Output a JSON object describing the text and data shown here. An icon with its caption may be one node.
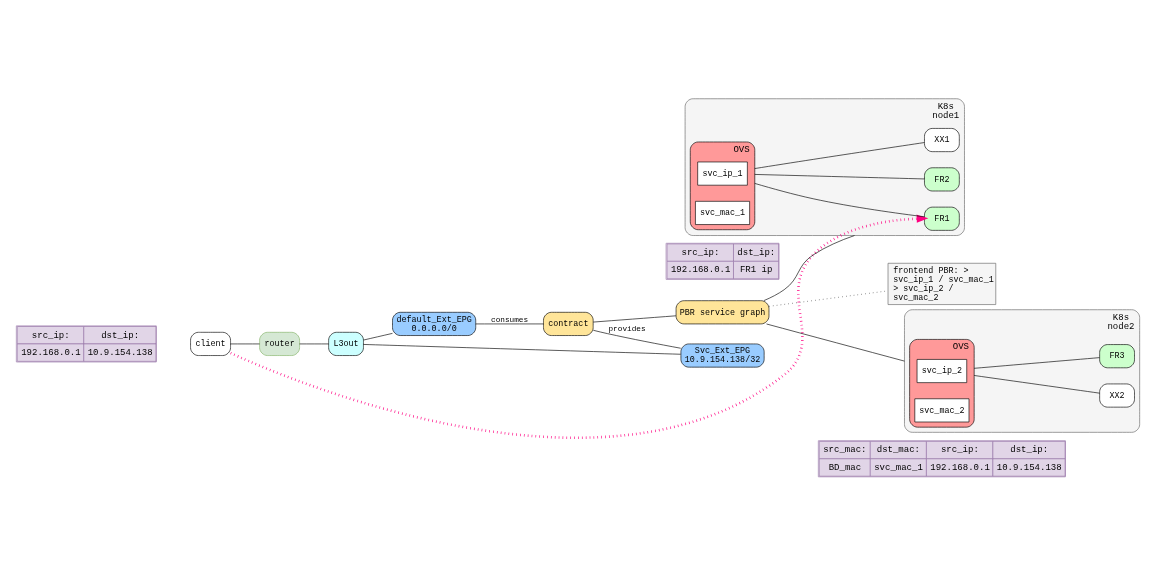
{
  "diagram": {
    "nodes": [
      {
        "text": [
          "client"
        ]
      },
      {
        "text": [
          "router"
        ]
      },
      {
        "text": [
          "L3out"
        ]
      },
      {
        "text": [
          "default_Ext_EPG 0.0.0.0/0"
        ]
      },
      {
        "text": [
          "contract"
        ]
      },
      {
        "text": [
          "Svc_Ext_EPG 10.9.154.138/32"
        ]
      },
      {
        "text": [
          "PBR service graph"
        ]
      },
      {
        "text": [
          "frontend PBR: > svc_ip_1 / svc_mac_1 > svc_ip_2 / svc_mac_2"
        ]
      },
      {
        "text": [
          "K8s node1"
        ]
      },
      {
        "text": [
          "FR1"
        ],
        "in": 8
      },
      {
        "text": [
          "FR2"
        ],
        "in": 8
      },
      {
        "text": [
          "XX1"
        ],
        "in": 8
      },
      {
        "text": [
          "OVS"
        ],
        "in": 8
      },
      {
        "text": [
          "svc_ip_1"
        ],
        "in": 12
      },
      {
        "text": [
          "svc_mac_1"
        ],
        "in": 12
      },
      {
        "text": [
          "K8s node2"
        ]
      },
      {
        "text": [
          "OVS"
        ],
        "in": 15
      },
      {
        "text": [
          "svc_ip_2"
        ],
        "in": 16
      },
      {
        "text": [
          "svc_mac_2"
        ],
        "in": 16
      },
      {
        "text": [
          "XX2"
        ],
        "in": 15
      },
      {
        "text": [
          "FR3"
        ],
        "in": 15
      }
    ],
    "edges": [
      {
        "from": 0,
        "to": 1,
        "arrow": "none"
      },
      {
        "from": 1,
        "to": 2,
        "arrow": "none"
      },
      {
        "from": 2,
        "to": 3,
        "arrow": "none"
      },
      {
        "from": 2,
        "to": 5,
        "arrow": "none"
      },
      {
        "from": 3,
        "to": 4,
        "arrow": "none",
        "label": "consumes"
      },
      {
        "from": 4,
        "to": 5,
        "arrow": "none",
        "label": "provides"
      },
      {
        "from": 4,
        "to": 6,
        "arrow": "none"
      },
      {
        "from": 6,
        "to": 8,
        "arrow": "none"
      },
      {
        "from": 6,
        "to": 15,
        "arrow": "none"
      },
      {
        "from": 6,
        "to": 7,
        "arrow": "none",
        "style": "dashed"
      },
      {
        "from": 12,
        "to": 9,
        "arrow": "none"
      },
      {
        "from": 12,
        "to": 10,
        "arrow": "none"
      },
      {
        "from": 12,
        "to": 11,
        "arrow": "none"
      },
      {
        "from": 16,
        "to": 19,
        "arrow": "none"
      },
      {
        "from": 16,
        "to": 20,
        "arrow": "none"
      },
      {
        "from": 0,
        "to": 9,
        "arrow": "to",
        "style": "dashed",
        "color": "#ff0080"
      }
    ],
    "labels": [
      "src_ip:",
      "dst_ip:",
      "192.168.0.1",
      "10.9.154.138",
      "src_ip:",
      "dst_ip:",
      "192.168.0.1",
      "FR1 ip",
      "src_mac:",
      "dst_mac:",
      "src_ip:",
      "dst_ip:",
      "BD_mac",
      "svc_mac_1",
      "192.168.0.1",
      "10.9.154.138"
    ]
  }
}
